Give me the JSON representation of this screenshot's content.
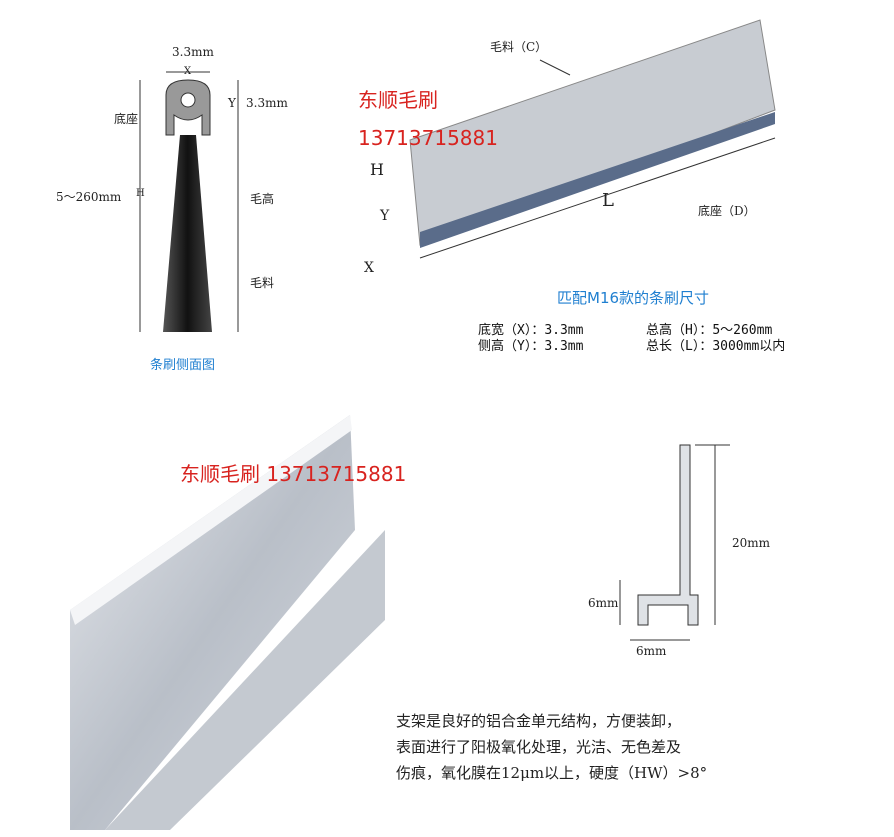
{
  "side_view": {
    "width_label": "3.3mm",
    "x_label": "X",
    "y_label": "Y",
    "y_value": "3.3mm",
    "base_label": "底座",
    "height_range": "5～260mm",
    "h_label": "H",
    "bristle_height": "毛高",
    "bristle_material": "毛料",
    "caption": "条刷侧面图"
  },
  "brush_3d": {
    "material_label": "毛料（C）",
    "base_label": "底座（D）",
    "h_label": "H",
    "y_label": "Y",
    "x_label": "X",
    "l_label": "L"
  },
  "watermark": {
    "company": "东顺毛刷",
    "phone": "13713715881",
    "combined": "东顺毛刷 13713715881"
  },
  "spec": {
    "title": "匹配M16款的条刷尺寸",
    "rows": [
      [
        "底宽（X）：3.3mm",
        "总高（H）：5～260mm"
      ],
      [
        "侧高（Y）：3.3mm",
        "总长（L）：3000mm以内"
      ]
    ]
  },
  "profile": {
    "height": "20mm",
    "side": "6mm",
    "bottom": "6mm"
  },
  "description": [
    "支架是良好的铝合金单元结构，方便装卸，",
    "表面进行了阳极氧化处理，光洁、无色差及",
    "伤痕，氧化膜在12μm以上，硬度（HW）>8°"
  ],
  "colors": {
    "red": "#d8231f",
    "blue": "#1f7fd0"
  }
}
